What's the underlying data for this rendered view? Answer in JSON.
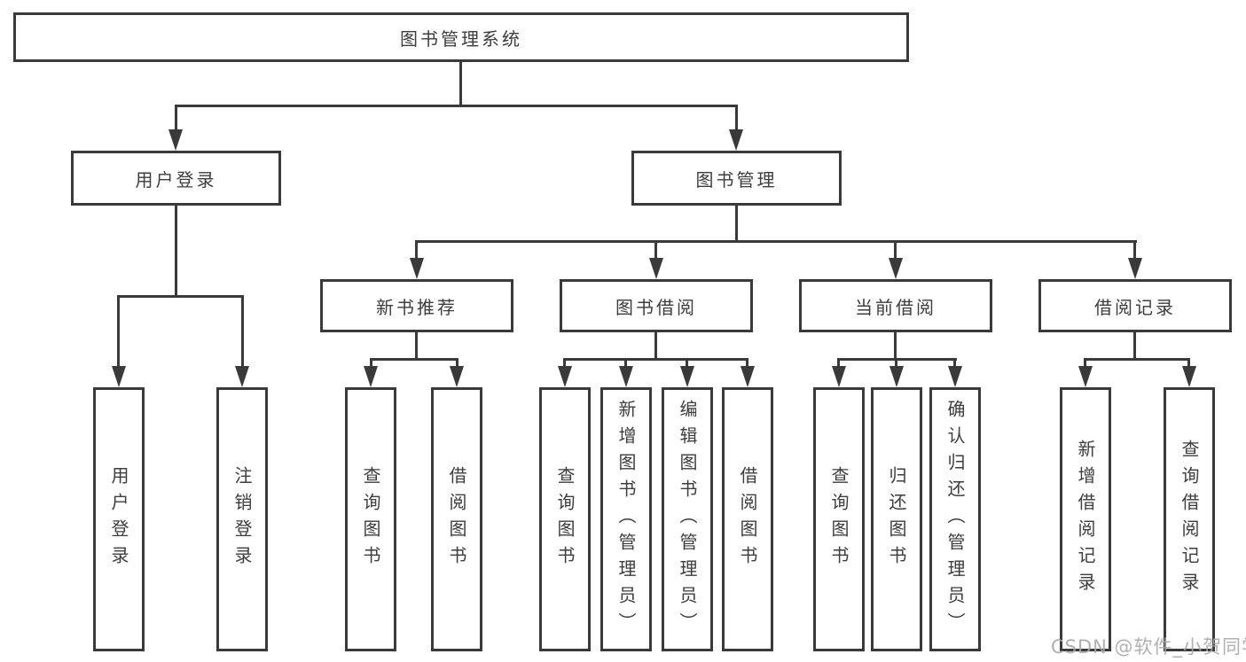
{
  "diagram": {
    "root": "图书管理系统",
    "modules": [
      {
        "label": "用户登录",
        "children": [
          "用户登录",
          "注销登录"
        ]
      },
      {
        "label": "图书管理",
        "submodules": [
          {
            "label": "新书推荐",
            "children": [
              "查询图书",
              "借阅图书"
            ]
          },
          {
            "label": "图书借阅",
            "children": [
              "查询图书",
              "新增图书（管理员）",
              "编辑图书（管理员）",
              "借阅图书"
            ]
          },
          {
            "label": "当前借阅",
            "children": [
              "查询图书",
              "归还图书",
              "确认归还（管理员）"
            ]
          },
          {
            "label": "借阅记录",
            "children": [
              "新增借阅记录",
              "查询借阅记录"
            ]
          }
        ]
      }
    ]
  },
  "watermark": "CSDN @软件_小贺同学",
  "colors": {
    "line": "#3a3a3a",
    "text": "#3d3d3d",
    "watermark": "#a8a8a8",
    "background": "#ffffff"
  }
}
